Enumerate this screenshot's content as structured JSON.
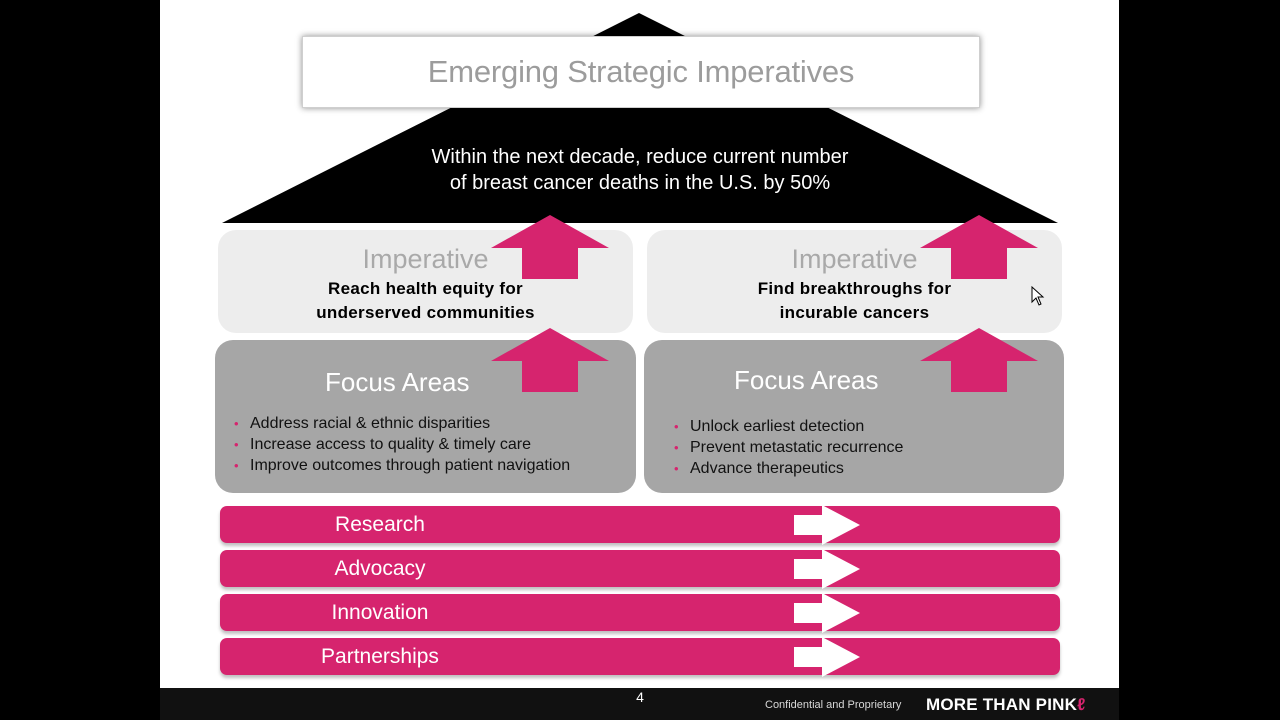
{
  "slide": {
    "title": "Emerging Strategic Imperatives",
    "goal": {
      "title": "Goal",
      "text": "Within the next decade, reduce current number of breast cancer deaths in the U.S. by 50%"
    },
    "imperatives": [
      {
        "title": "Imperative",
        "text": "Reach health equity for\nunderserved communities"
      },
      {
        "title": "Imperative",
        "text": "Find breakthroughs for\nincurable cancers"
      }
    ],
    "focus_areas": [
      {
        "title": "Focus Areas",
        "items": [
          "Address racial & ethnic disparities",
          "Increase access to quality & timely care",
          "Improve outcomes through patient navigation"
        ]
      },
      {
        "title": "Focus Areas",
        "items": [
          "Unlock earliest detection",
          "Prevent metastatic recurrence",
          "Advance therapeutics"
        ]
      }
    ],
    "pillars": [
      "Research",
      "Advocacy",
      "Innovation",
      "Partnerships"
    ]
  },
  "footer": {
    "page_number": "4",
    "confidential": "Confidential and Proprietary",
    "brand": "MORE THAN PINK"
  },
  "colors": {
    "accent_pink": "#d6246e",
    "roof_black": "#000000",
    "imperative_panel": "#ededed",
    "focus_panel": "#a6a6a6"
  }
}
